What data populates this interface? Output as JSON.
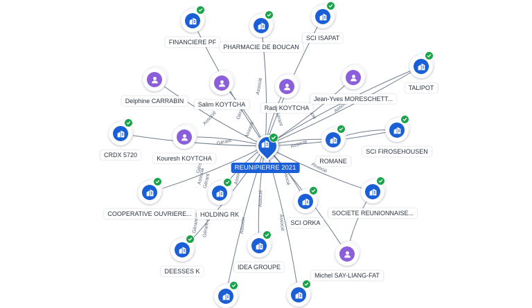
{
  "center": {
    "label": "REUNIPIERRE 2021",
    "type": "company",
    "verified": true
  },
  "nodes": [
    {
      "label": "FINANCIERE PF",
      "type": "company",
      "verified": true
    },
    {
      "label": "PHARMACIE DE BOUCAN",
      "type": "company",
      "verified": true
    },
    {
      "label": "SCI ISAPAT",
      "type": "company",
      "verified": true
    },
    {
      "label": "TALIPOT",
      "type": "company",
      "verified": true
    },
    {
      "label": "Delphine CARRABIN",
      "type": "person",
      "verified": false
    },
    {
      "label": "Salim KOYTCHA",
      "type": "person",
      "verified": false
    },
    {
      "label": "Radj KOYTCHA",
      "type": "person",
      "verified": false
    },
    {
      "label": "Jean-Yves MORESCHETT...",
      "type": "person",
      "verified": false
    },
    {
      "label": "CRDX 5720",
      "type": "company",
      "verified": true
    },
    {
      "label": "Kouresh KOYTCHA",
      "type": "person",
      "verified": false
    },
    {
      "label": "ROMANE",
      "type": "company",
      "verified": true
    },
    {
      "label": "SCI FIROSEHOUSEN",
      "type": "company",
      "verified": true
    },
    {
      "label": "COOPERATIVE OUVRIERE...",
      "type": "company",
      "verified": true
    },
    {
      "label": "HOLDING RK",
      "type": "company",
      "verified": true
    },
    {
      "label": "SCI ORKA",
      "type": "company",
      "verified": true
    },
    {
      "label": "SOCIETE REUNIONNAISE...",
      "type": "company",
      "verified": true
    },
    {
      "label": "DEESSES K",
      "type": "company",
      "verified": true
    },
    {
      "label": "IDEA GROUPE",
      "type": "company",
      "verified": true
    },
    {
      "label": "Michel SAY-LIANG-FAT",
      "type": "person",
      "verified": false
    },
    {
      "label": "",
      "type": "company",
      "verified": true
    },
    {
      "label": "",
      "type": "company",
      "verified": true
    }
  ],
  "edge_labels": [
    "Associé",
    "Gérant",
    "Associé",
    "Gérant",
    "Associé",
    "Associé",
    "Associé",
    "Gérant",
    "Associé",
    "Associé",
    "Gérant",
    "Associé",
    "Associé",
    "Associé",
    "Associé",
    "Associé",
    "Gérant",
    "Associé",
    "Gérant et...",
    "Gérant et..."
  ],
  "colors": {
    "company": "#1a5fd6",
    "person": "#8b5fd9",
    "verified": "#1aa34a",
    "edge": "#6f7c8e",
    "center_label_bg": "#1a5fd6"
  },
  "icons": {
    "company": "building-icon",
    "person": "user-icon",
    "verified": "check-icon"
  }
}
